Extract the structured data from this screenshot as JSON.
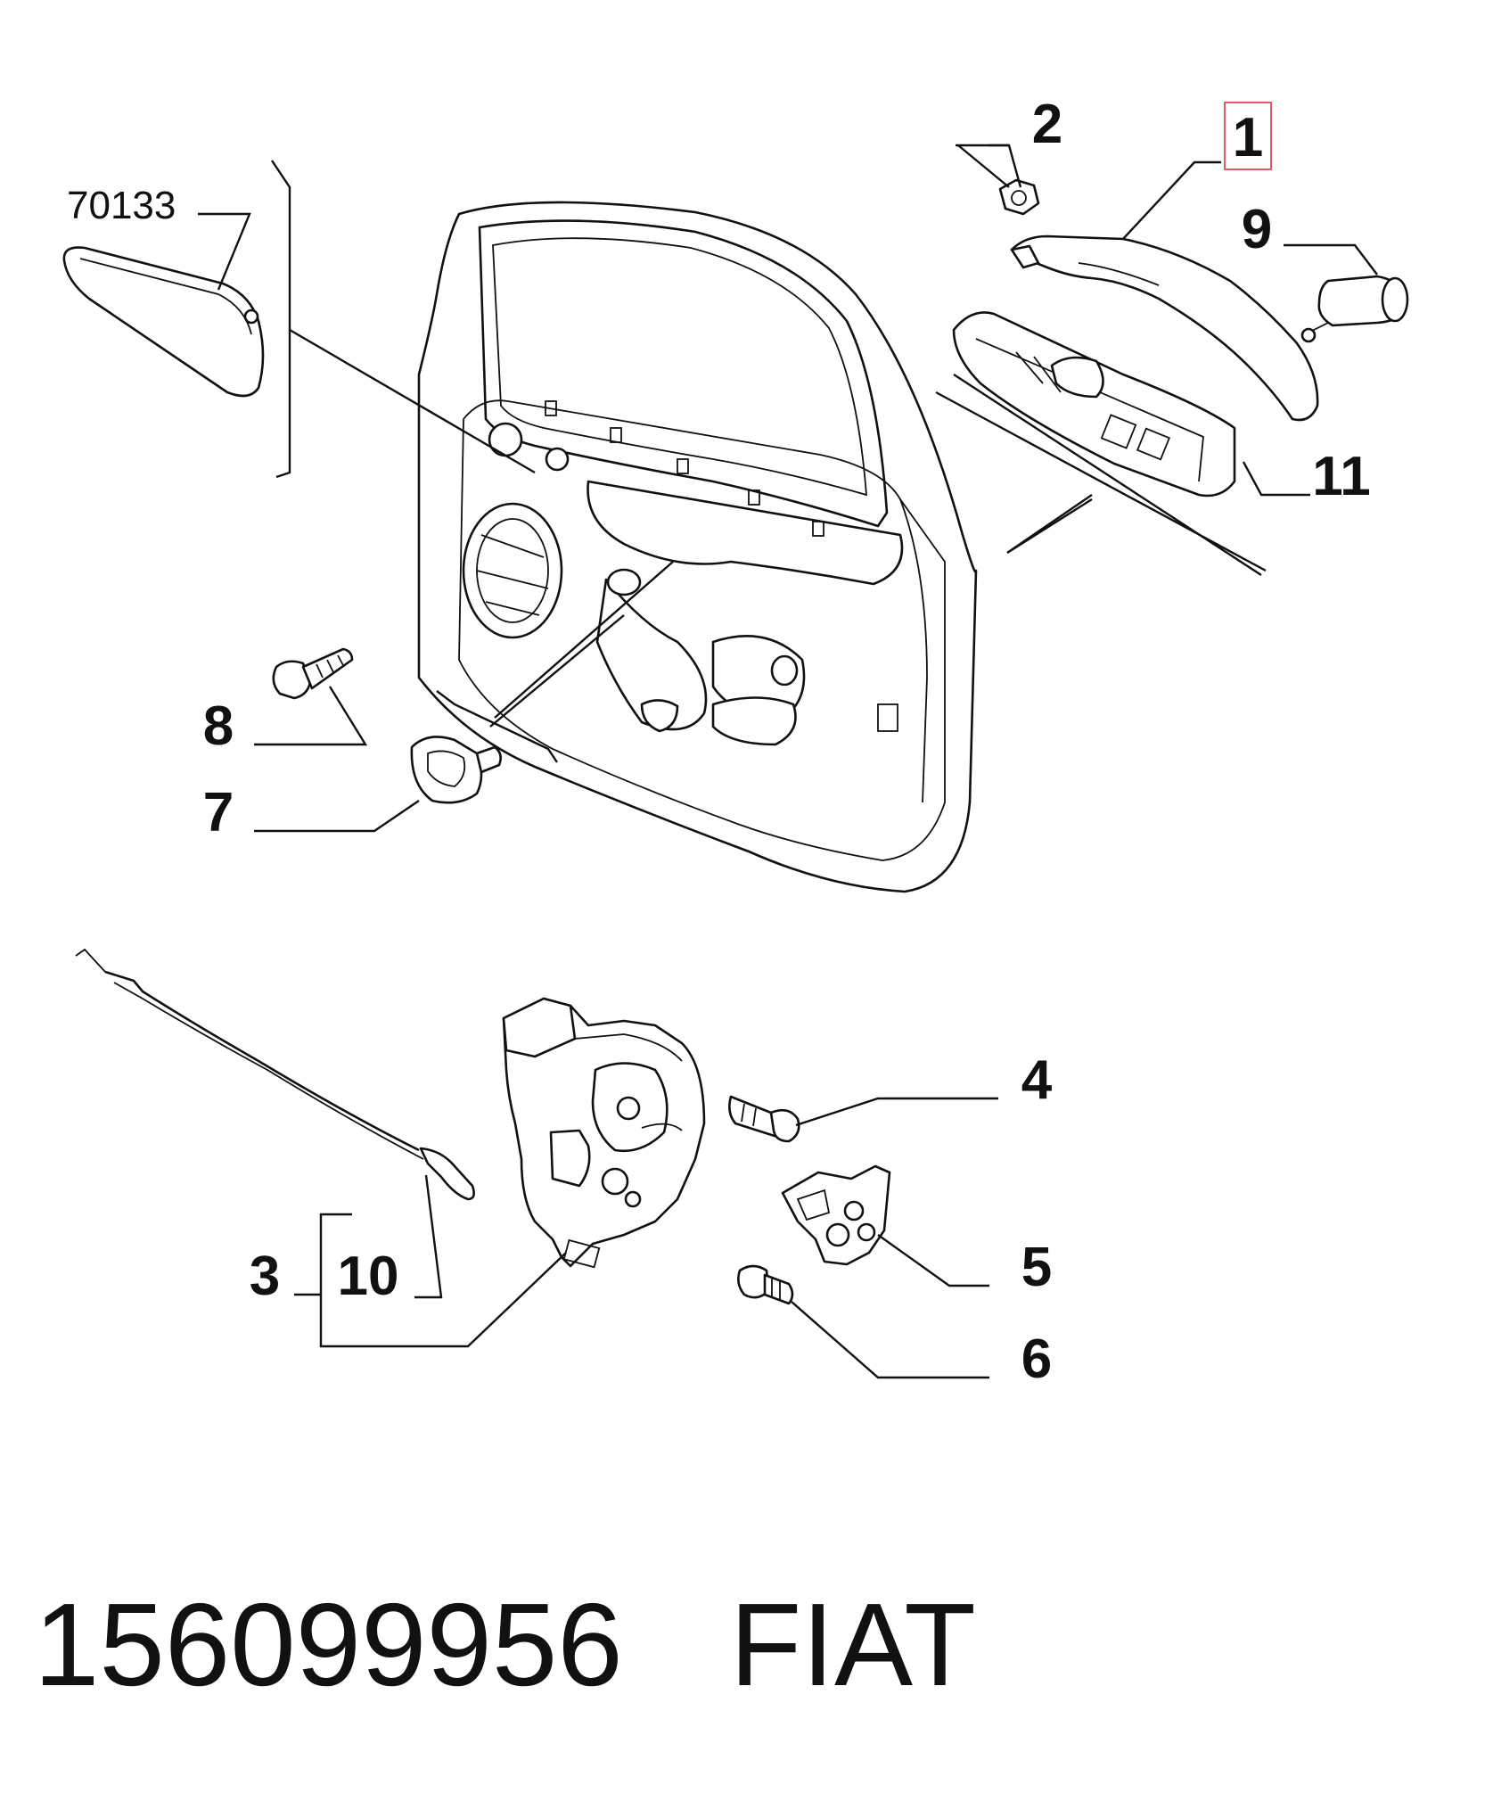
{
  "diagram": {
    "callouts": {
      "c1": "1",
      "c2": "2",
      "c3": "3",
      "c4": "4",
      "c5": "5",
      "c6": "6",
      "c7": "7",
      "c8": "8",
      "c9": "9",
      "c10": "10",
      "c11": "11",
      "ref": "70133"
    },
    "highlight_color": "#e05a6a"
  },
  "footer": {
    "part_number": "156099956",
    "brand": "FIAT"
  }
}
